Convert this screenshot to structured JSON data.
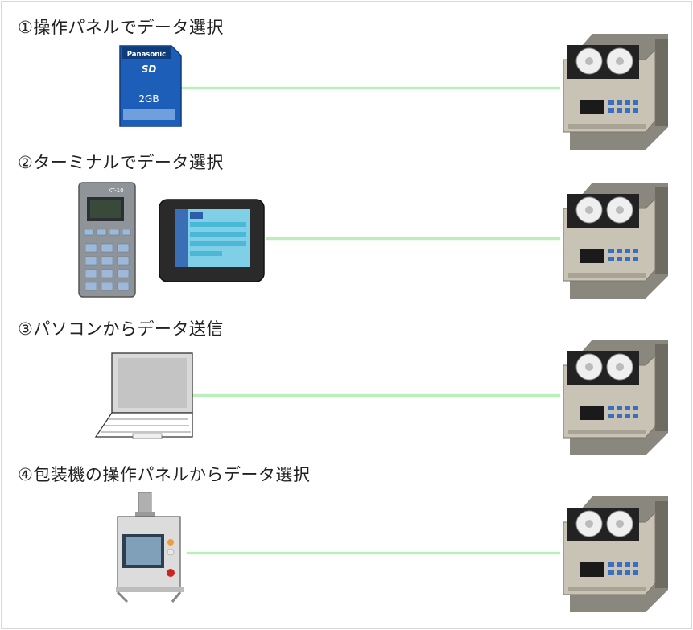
{
  "methods": [
    {
      "heading": "①操作パネルでデータ選択",
      "device": "sd-card"
    },
    {
      "heading": "②ターミナルでデータ選択",
      "device": "terminals"
    },
    {
      "heading": "③パソコンからデータ送信",
      "device": "laptop"
    },
    {
      "heading": "④包装機の操作パネルからデータ選択",
      "device": "packaging-machine-panel"
    }
  ],
  "sd_card": {
    "brand": "Panasonic",
    "logo": "SD",
    "capacity": "2GB"
  },
  "handheld": {
    "model": "KT-10"
  },
  "colors": {
    "link": "#b9efb9",
    "printer_body": "#c8c3b4",
    "sd_blue": "#1d5fb8"
  }
}
